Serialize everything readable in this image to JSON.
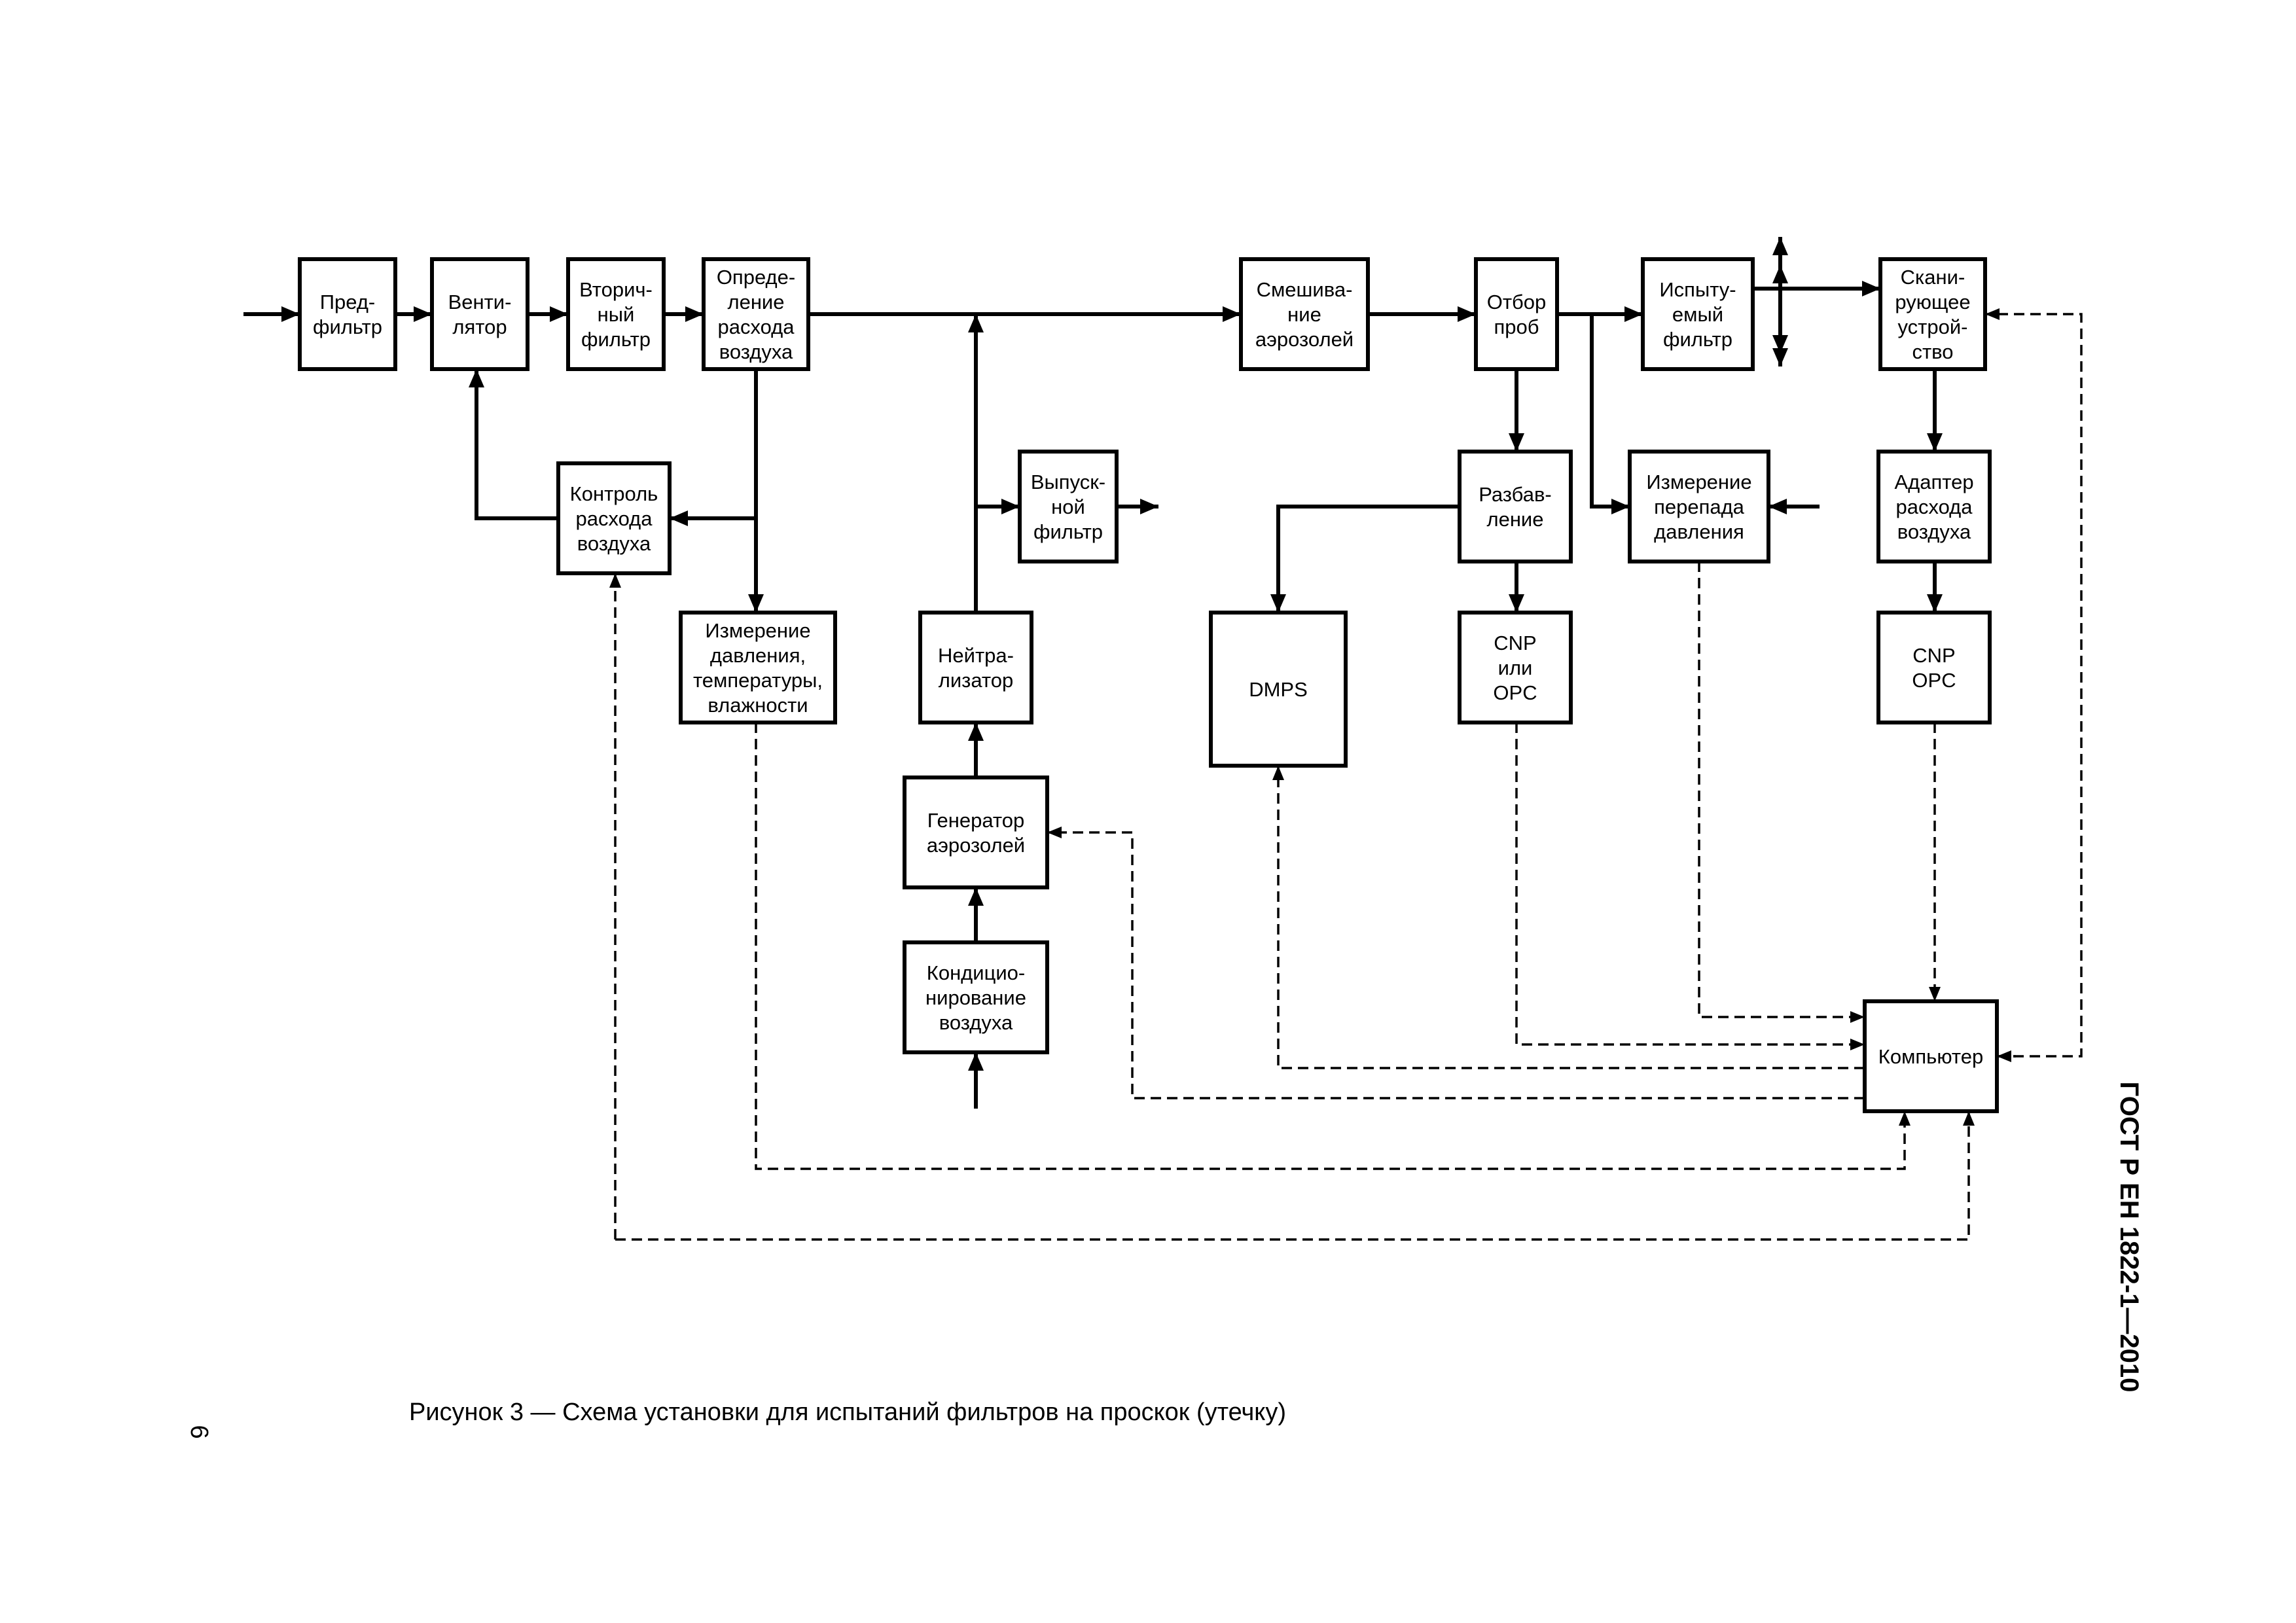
{
  "boxes": {
    "prefilter": [
      "Пред-",
      "фильтр"
    ],
    "fan": [
      "Венти-",
      "лятор"
    ],
    "secondary_filter": [
      "Вторич-",
      "ный",
      "фильтр"
    ],
    "flow_determination": [
      "Опреде-",
      "ление",
      "расхода",
      "воздуха"
    ],
    "mixing": [
      "Смешива-",
      "ние",
      "аэрозолей"
    ],
    "sampling": [
      "Отбор",
      "проб"
    ],
    "test_filter": [
      "Испыту-",
      "емый",
      "фильтр"
    ],
    "scanner": [
      "Скани-",
      "рующее",
      "устрой-",
      "ство"
    ],
    "flow_control": [
      "Контроль",
      "расхода",
      "воздуха"
    ],
    "exhaust_filter": [
      "Выпуск-",
      "ной",
      "фильтр"
    ],
    "dilution": [
      "Разбав-",
      "ление"
    ],
    "pressure_drop": [
      "Измерение",
      "перепада",
      "давления"
    ],
    "flow_adapter": [
      "Адаптер",
      "расхода",
      "воздуха"
    ],
    "ptm_measurement": [
      "Измерение",
      "давления,",
      "температуры,",
      "влажности"
    ],
    "neutralizer": [
      "Нейтра-",
      "лизатор"
    ],
    "dmps": [
      "DMPS"
    ],
    "cnp_or_opc": [
      "CNP",
      "или",
      "OPC"
    ],
    "cnp_opc": [
      "CNP",
      "OPC"
    ],
    "aerosol_generator": [
      "Генератор",
      "аэрозолей"
    ],
    "air_conditioning": [
      "Кондицио-",
      "нирование",
      "воздуха"
    ],
    "computer": [
      "Компьютер"
    ]
  },
  "caption": "Рисунок  3 — Схема установки для испытаний фильтров на проскок (утечку)",
  "standard": "ГОСТ Р ЕН 1822-1—2010",
  "page_number": "6"
}
